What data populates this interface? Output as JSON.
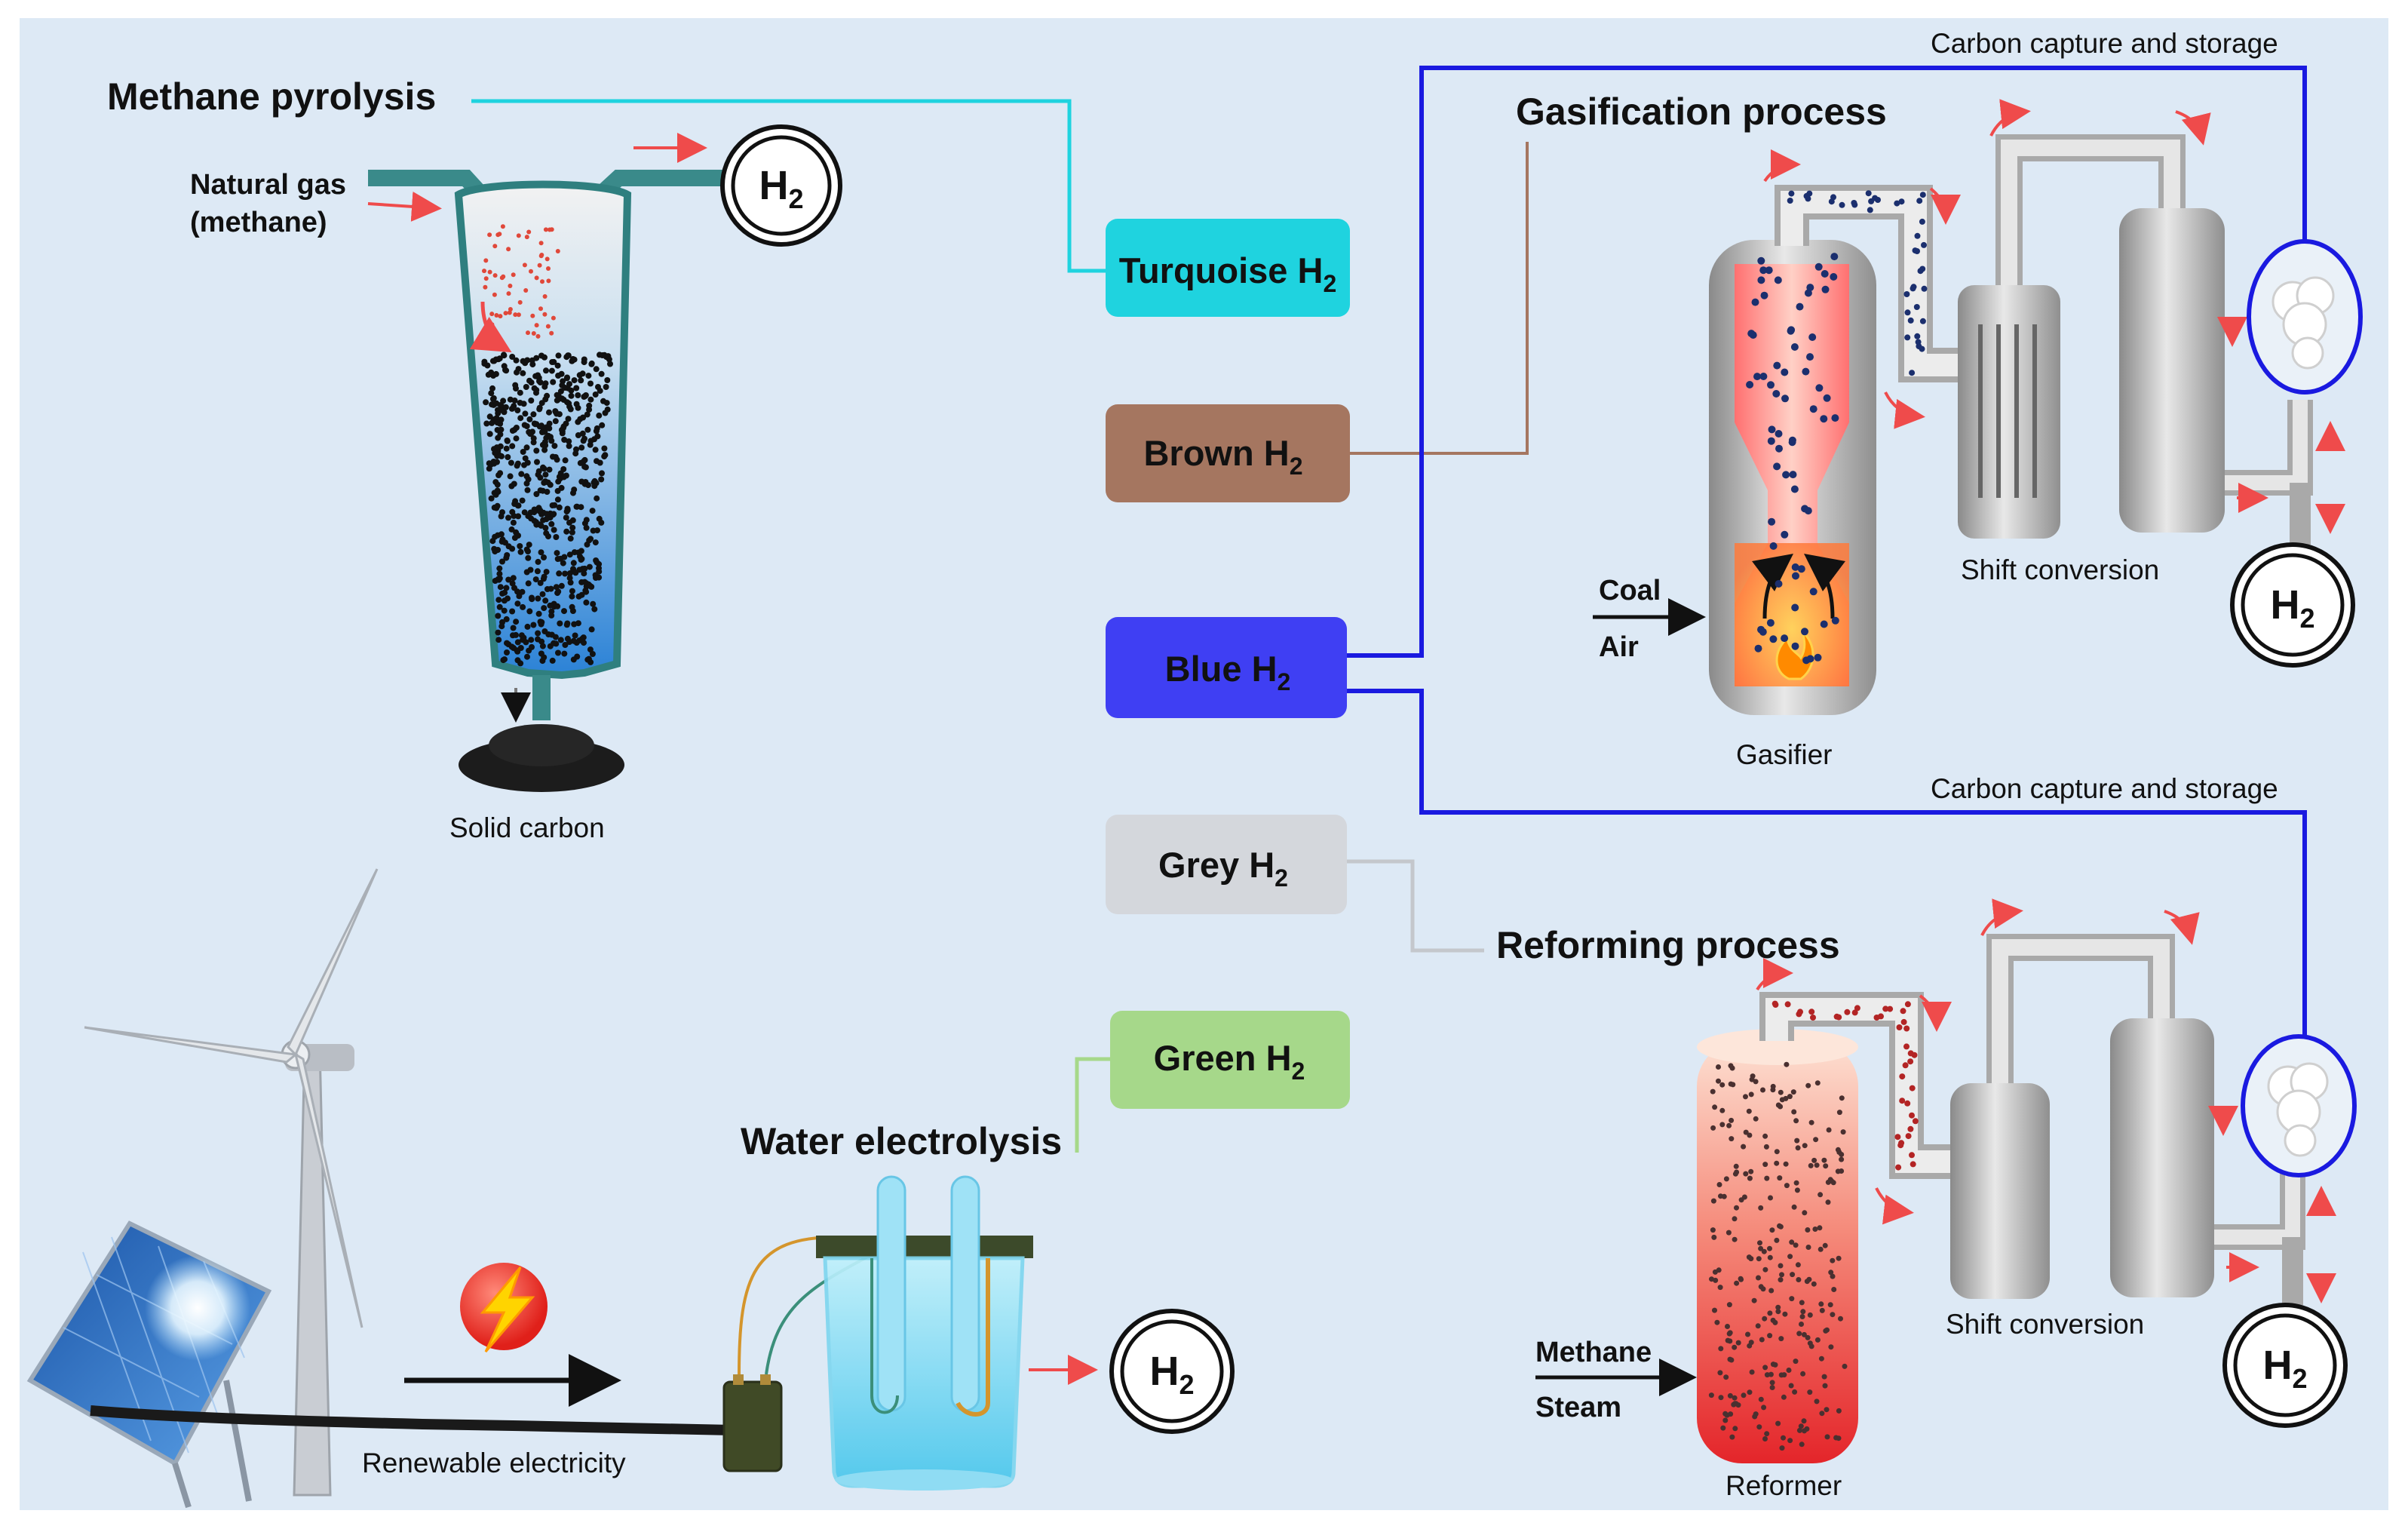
{
  "colors": {
    "background": "#dde9f5",
    "turquoise": "#1fd3df",
    "brown": "#a57660",
    "blue": "#3f3ff3",
    "grey": "#d4d7dc",
    "green": "#a6d88a",
    "ccs_line": "#1a1ae0",
    "arrow_red": "#ef4b4b"
  },
  "categories": {
    "turquoise": "Turquoise H",
    "brown": "Brown H",
    "blue": "Blue H",
    "grey": "Grey H",
    "green": "Green H",
    "subscript": "2"
  },
  "pyrolysis": {
    "title": "Methane pyrolysis",
    "input_line1": "Natural gas",
    "input_line2": "(methane)",
    "output_label": "Solid carbon"
  },
  "gasification": {
    "title": "Gasification process",
    "ccs_label": "Carbon capture and storage",
    "input1": "Coal",
    "input2": "Air",
    "gasifier_label": "Gasifier",
    "shift_label": "Shift conversion"
  },
  "reforming": {
    "title": "Reforming process",
    "ccs_label": "Carbon capture and storage",
    "input1": "Methane",
    "input2": "Steam",
    "reformer_label": "Reformer",
    "shift_label": "Shift conversion"
  },
  "electrolysis": {
    "title": "Water electrolysis",
    "power_label": "Renewable electricity"
  },
  "h2": {
    "base": "H",
    "sub": "2"
  }
}
